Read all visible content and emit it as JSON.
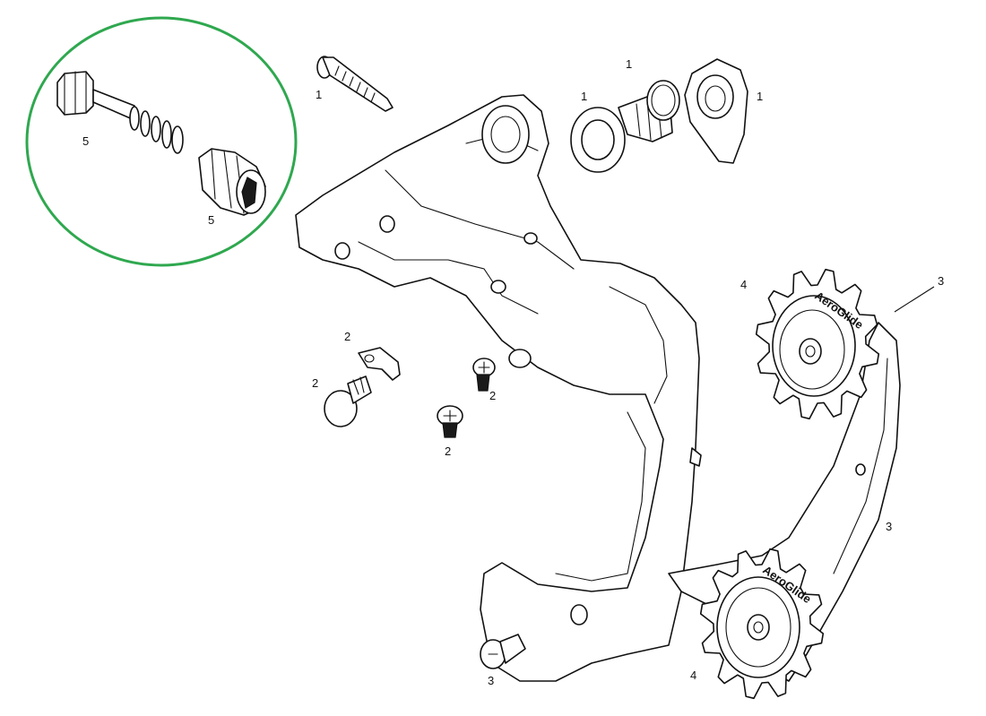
{
  "colors": {
    "highlight_circle": "#2fa84f",
    "line": "#111111",
    "background": "#ffffff"
  },
  "pulley_text": "AeroGlide",
  "callouts": [
    {
      "id": "c1a",
      "text": "1"
    },
    {
      "id": "c1b",
      "text": "1"
    },
    {
      "id": "c1c",
      "text": "1"
    },
    {
      "id": "c1d",
      "text": "1"
    },
    {
      "id": "c2a",
      "text": "2"
    },
    {
      "id": "c2b",
      "text": "2"
    },
    {
      "id": "c2c",
      "text": "2"
    },
    {
      "id": "c2d",
      "text": "2"
    },
    {
      "id": "c3a",
      "text": "3"
    },
    {
      "id": "c3b",
      "text": "3"
    },
    {
      "id": "c3c",
      "text": "3"
    },
    {
      "id": "c4a",
      "text": "4"
    },
    {
      "id": "c4b",
      "text": "4"
    },
    {
      "id": "c5a",
      "text": "5"
    },
    {
      "id": "c5b",
      "text": "5"
    }
  ]
}
